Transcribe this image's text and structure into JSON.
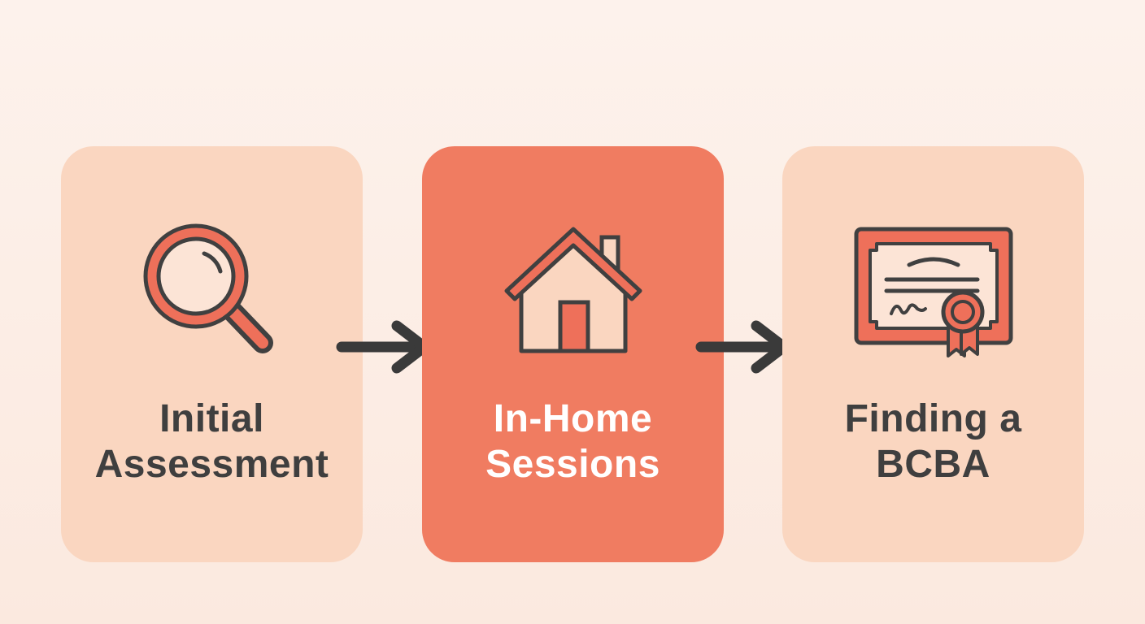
{
  "steps": [
    {
      "line1": "Initial",
      "line2": "Assessment",
      "icon": "magnifying-glass-icon"
    },
    {
      "line1": "In-Home",
      "line2": "Sessions",
      "icon": "house-icon"
    },
    {
      "line1": "Finding a",
      "line2": "BCBA",
      "icon": "certificate-icon"
    }
  ],
  "colors": {
    "background": "#fdf2ec",
    "card_light": "#fad6c0",
    "card_accent": "#f07c61",
    "icon_accent": "#ee705a",
    "outline": "#404040",
    "arrow": "#3a3a3a"
  }
}
